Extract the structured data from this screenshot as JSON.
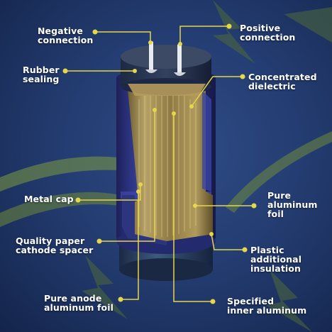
{
  "colors": {
    "background": "#243d72",
    "accent": "#e7d64a",
    "can_body": "#2c3275",
    "foil": "#a89256",
    "label_text": "#ffffff"
  },
  "labels": {
    "negative_connection": "Negative\nconnection",
    "positive_connection": "Positive\nconnection",
    "rubber_sealing": "Rubber\nsealing",
    "concentrated_dielectric": "Concentrated\ndielectric",
    "metal_cap": "Metal cap",
    "pure_aluminum_foil": "Pure\naluminum\nfoil",
    "quality_paper_cathode_spacer": "Quality paper\ncathode spacer",
    "plastic_additional_insulation": "Plastic\nadditional\ninsulation",
    "pure_anode_aluminum_foil": "Pure anode\naluminum foil",
    "specified_inner_aluminum": "Specified\ninner aluminum"
  }
}
